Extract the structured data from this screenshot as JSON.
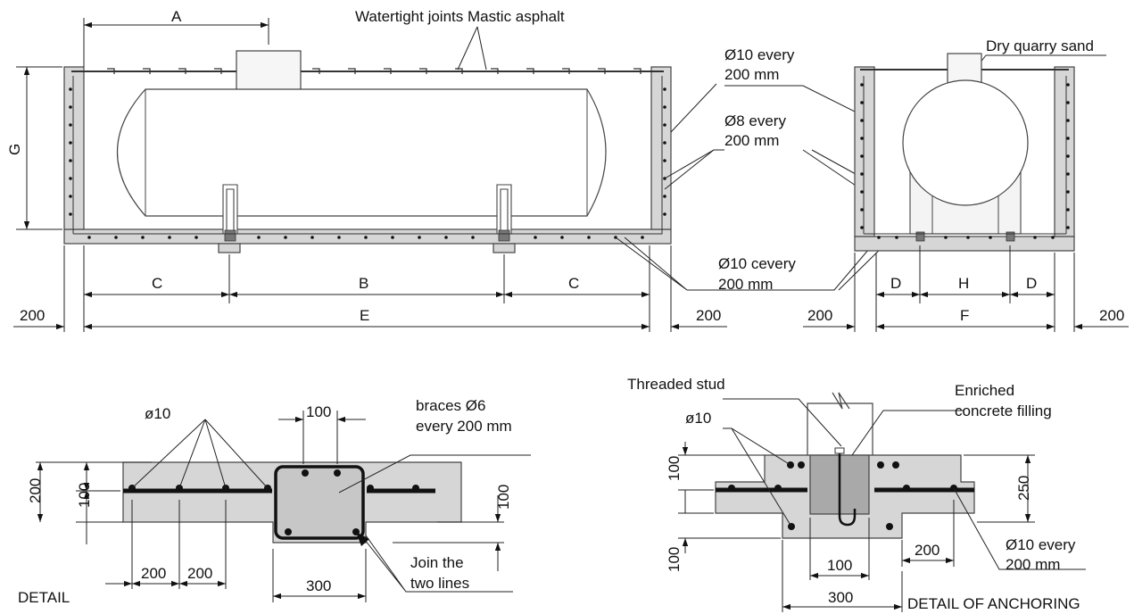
{
  "labels": {
    "A": "A",
    "B": "B",
    "C_left": "C",
    "C_right": "C",
    "D_left": "D",
    "D_right": "D",
    "E": "E",
    "F": "F",
    "G": "G",
    "H": "H",
    "dim200_1": "200",
    "dim200_2": "200",
    "dim200_3": "200",
    "dim200_4": "200"
  },
  "notes": {
    "watertight": "Watertight joints Mastic asphalt",
    "dry_sand": "Dry quarry sand",
    "phi10_line1": "Ø10 every",
    "phi10_line2": "200 mm",
    "phi8_line1": "Ø8 every",
    "phi8_line2": "200 mm",
    "phi10c_line1": "Ø10 cevery",
    "phi10c_line2": "200 mm"
  },
  "detail": {
    "title": "DETAIL",
    "rebar": "ø10",
    "braces_line1": "braces Ø6",
    "braces_line2": "every 200 mm",
    "join_line1": "Join the",
    "join_line2": "two lines",
    "d100_top": "100",
    "d200_v": "200",
    "d100_v": "100",
    "d100_right": "100",
    "d200_a": "200",
    "d200_b": "200",
    "d300": "300"
  },
  "anchor": {
    "title": "DETAIL OF ANCHORING",
    "stud": "Threaded stud",
    "filling_line1": "Enriched",
    "filling_line2": "concrete filling",
    "rebar": "ø10",
    "every_line1": "Ø10 every",
    "every_line2": "200 mm",
    "d100_v1": "100",
    "d100_v2": "100",
    "d250": "250",
    "d100_h": "100",
    "d200_h": "200",
    "d300_h": "300"
  }
}
